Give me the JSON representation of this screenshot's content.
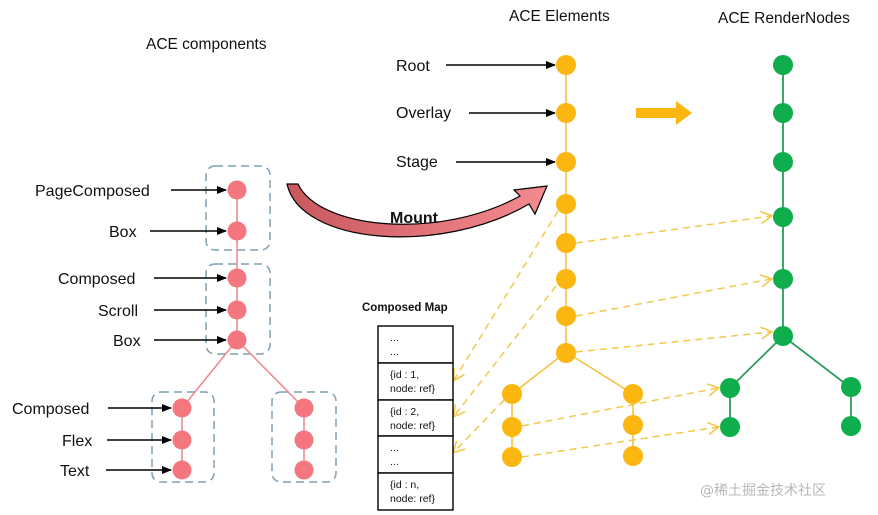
{
  "titles": {
    "components": "ACE components",
    "elements": "ACE Elements",
    "render_nodes": "ACE RenderNodes"
  },
  "mount_label": "Mount",
  "components": {
    "labels": [
      "PageComposed",
      "Box",
      "Composed",
      "Scroll",
      "Box",
      "Composed",
      "Flex",
      "Text"
    ]
  },
  "elements": {
    "labels": [
      "Root",
      "Overlay",
      "Stage"
    ]
  },
  "composed_map": {
    "title": "Composed Map",
    "cells": [
      {
        "line1": "...",
        "line2": "..."
      },
      {
        "line1": "{id : 1,",
        "line2": "node: ref}"
      },
      {
        "line1": "{id : 2,",
        "line2": "node: ref}"
      },
      {
        "line1": "...",
        "line2": "..."
      },
      {
        "line1": "{id : n,",
        "line2": "node: ref}"
      }
    ]
  },
  "watermark": "@稀土掘金技术社区",
  "colors": {
    "component_node": "#f4777f",
    "component_edge": "#ef8a92",
    "group_border": "#7f9fb0",
    "element_node": "#fbb70f",
    "element_edge": "#f5c242",
    "render_node": "#0fae4c",
    "render_edge": "#2e9a5f",
    "mount_arrow": "#e5787e",
    "dashed_link": "#f2c94c"
  }
}
